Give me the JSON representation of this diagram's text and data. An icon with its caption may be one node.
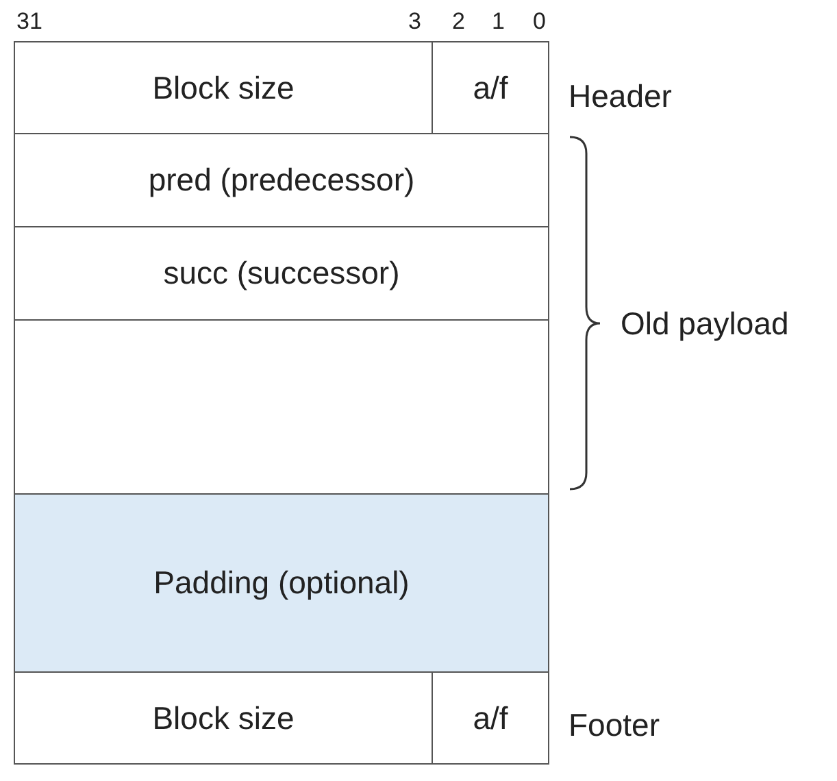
{
  "diagram": {
    "nodes": [
      {
        "text": [
          "Block size"
        ]
      },
      {
        "text": [
          "a/f"
        ]
      },
      {
        "text": [
          "pred (predecessor)"
        ]
      },
      {
        "text": [
          "succ (successor)"
        ]
      },
      {
        "text": [],
        "shape": "box"
      },
      {
        "text": [
          "Padding (optional)"
        ]
      },
      {
        "text": [
          "Block size"
        ]
      },
      {
        "text": [
          "a/f"
        ]
      }
    ],
    "labels": [
      "31",
      "3",
      "2",
      "1",
      "0",
      "Header",
      "Old payload",
      "Footer"
    ]
  }
}
